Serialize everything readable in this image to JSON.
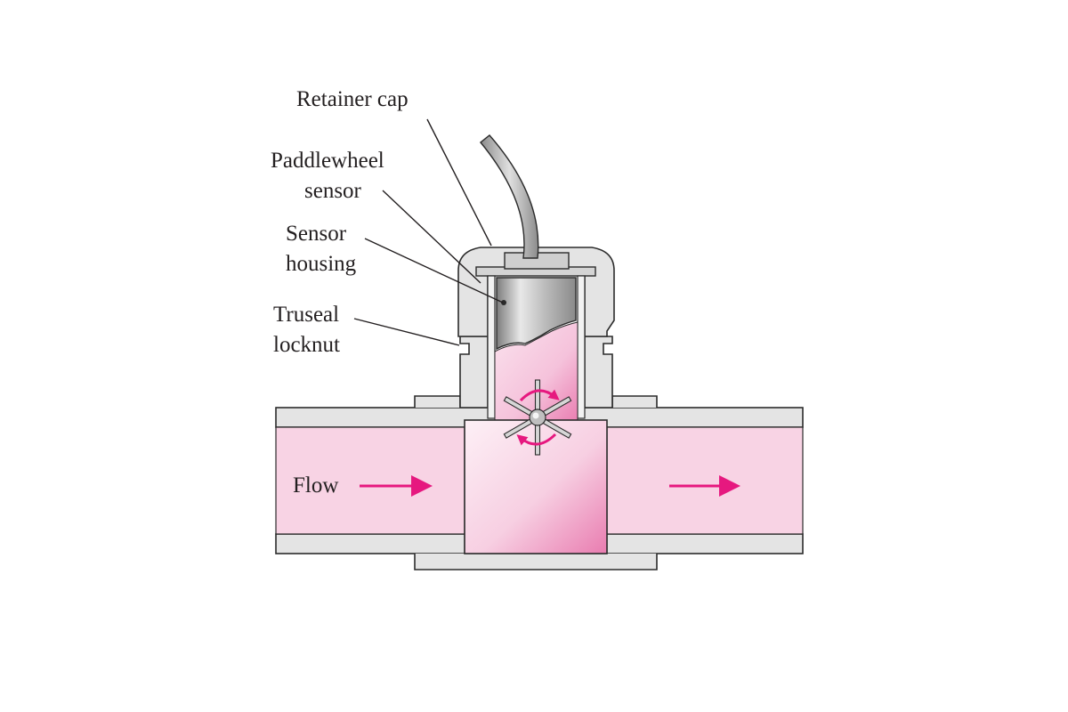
{
  "labels": {
    "retainer_cap": "Retainer cap",
    "paddlewheel_line1": "Paddlewheel",
    "paddlewheel_line2": "sensor",
    "sensor_line1": "Sensor",
    "sensor_line2": "housing",
    "truseal_line1": "Truseal",
    "truseal_line2": "locknut",
    "flow": "Flow"
  },
  "colors": {
    "fluid": "#f7cfe1",
    "fluid_dark": "#ee88b8",
    "arrow": "#e6187f",
    "body": "#e5e5e5",
    "outline": "#2b2b2b"
  }
}
